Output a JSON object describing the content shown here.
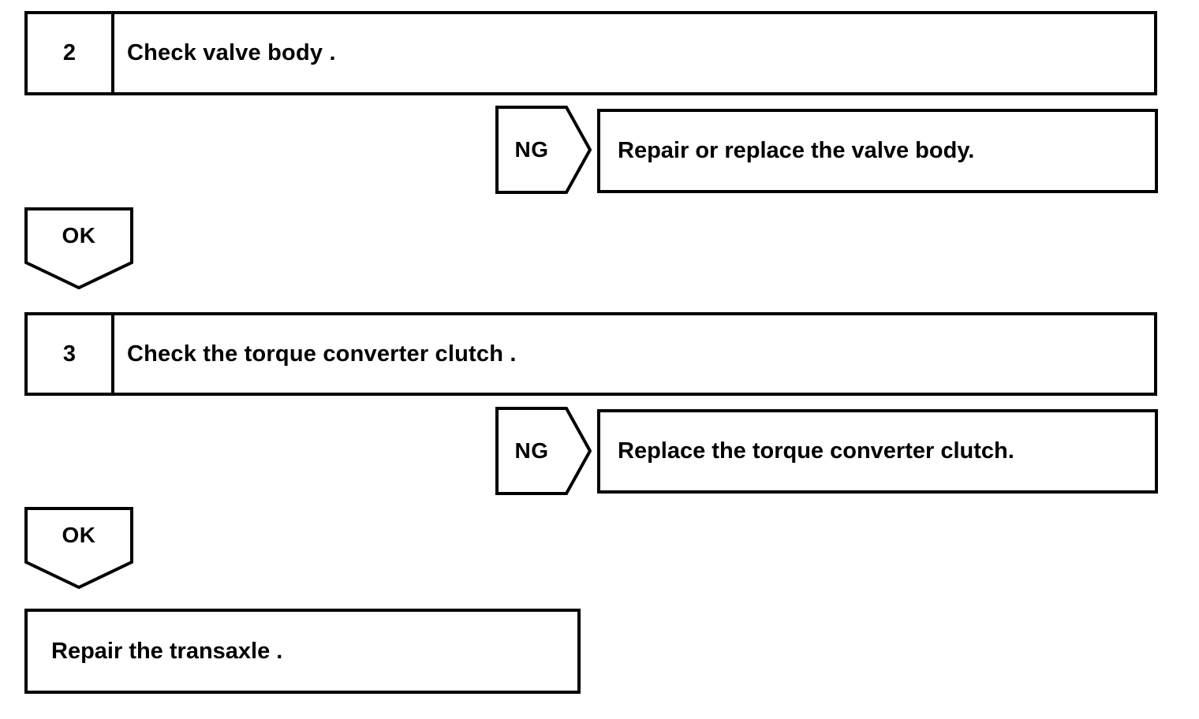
{
  "page": {
    "title": "Transaxle troubleshooting flowchart",
    "background_color": "#ffffff",
    "line_color": "#000000"
  },
  "flow": {
    "step2": {
      "number": "2",
      "instruction": "Check valve body .",
      "ng": {
        "label": "NG",
        "action": "Repair or replace the valve body."
      },
      "ok": {
        "label": "OK"
      }
    },
    "step3": {
      "number": "3",
      "instruction": "Check the torque converter clutch .",
      "ng": {
        "label": "NG",
        "action": "Replace the torque converter clutch."
      },
      "ok": {
        "label": "OK"
      }
    },
    "final": {
      "action": "Repair the transaxle ."
    }
  }
}
